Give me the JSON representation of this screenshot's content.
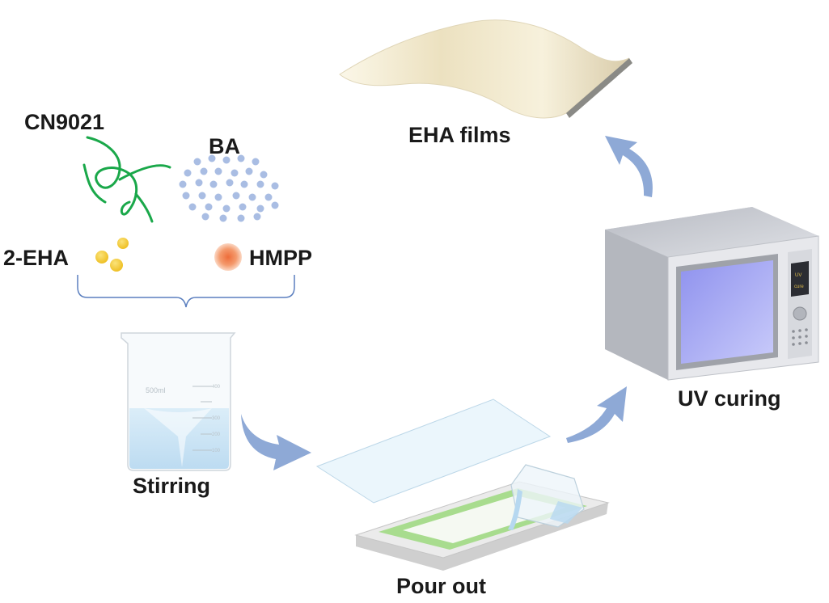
{
  "labels": {
    "cn9021": "CN9021",
    "ba": "BA",
    "eha": "2-EHA",
    "hmpp": "HMPP",
    "stirring": "Stirring",
    "pour_out": "Pour out",
    "uv_curing": "UV curing",
    "eha_films": "EHA films"
  },
  "beaker_marks": [
    "500ml",
    "400",
    "300",
    "200",
    "100"
  ],
  "oven_display": [
    "UV",
    "cure"
  ],
  "colors": {
    "cn9021_strand": "#1aa84a",
    "ba_particle": "#a9bde3",
    "eha_particle": "#f4cf3a",
    "hmpp_particle": "#f08a55",
    "bracket": "#5b7fbf",
    "arrow": "#8ea9d6",
    "film": "#f1ead0",
    "oven_body": "#c9cbd1",
    "oven_window": "#9a9cf0",
    "mold_frame": "#a8dc8e"
  }
}
